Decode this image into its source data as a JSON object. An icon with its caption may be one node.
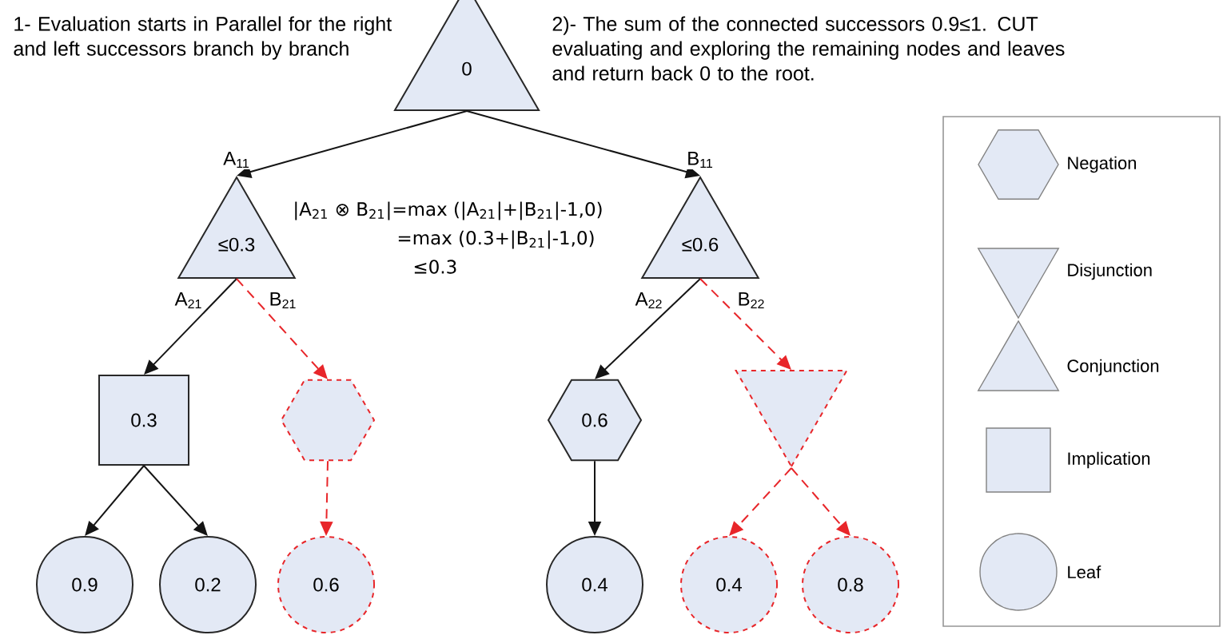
{
  "diagram": {
    "nodes": [
      {
        "text": [
          "0"
        ]
      },
      {
        "text": [
          "≤0.3"
        ]
      },
      {
        "text": [
          "≤0.6"
        ]
      },
      {
        "text": [
          "0.3"
        ]
      },
      {
        "text": [],
        "shape": "hexagon"
      },
      {
        "text": [
          "0.6"
        ]
      },
      {
        "text": [],
        "shape": "triangle"
      },
      {
        "text": [
          "0.9"
        ]
      },
      {
        "text": [
          "0.2"
        ]
      },
      {
        "text": [
          "0.6"
        ]
      },
      {
        "text": [
          "0.4"
        ]
      },
      {
        "text": [
          "0.4"
        ]
      },
      {
        "text": [
          "0.8"
        ]
      }
    ],
    "edges": [
      {
        "from": 0,
        "to": 1,
        "arrow": "to",
        "label": "A$_{11}$"
      },
      {
        "from": 0,
        "to": 2,
        "arrow": "to",
        "label": "B$_{11}$"
      },
      {
        "from": 1,
        "to": 3,
        "arrow": "to",
        "label": "A$_{21}$"
      },
      {
        "from": 1,
        "to": 4,
        "arrow": "to",
        "label": "B$_{21}$",
        "style": "dashed",
        "color": "#e8262a"
      },
      {
        "from": 2,
        "to": 5,
        "arrow": "to",
        "label": "A$_{22}$"
      },
      {
        "from": 2,
        "to": 6,
        "arrow": "to",
        "label": "B$_{22}$",
        "style": "dashed",
        "color": "#e8262a"
      },
      {
        "from": 3,
        "to": 7,
        "arrow": "to"
      },
      {
        "from": 3,
        "to": 8,
        "arrow": "to"
      },
      {
        "from": 4,
        "to": 9,
        "arrow": "to",
        "style": "dashed",
        "color": "#e8262a"
      },
      {
        "from": 5,
        "to": 10,
        "arrow": "to"
      },
      {
        "from": 6,
        "to": 11,
        "arrow": "to",
        "style": "dashed",
        "color": "#e8262a"
      },
      {
        "from": 6,
        "to": 12,
        "arrow": "to",
        "style": "dashed",
        "color": "#e8262a"
      }
    ],
    "labels": [
      "1- Evaluation starts in Parallel for the right and left successors branch by branch",
      "2)- The sum of the connected successors 0.9≤1. CUT evaluating and exploring the remaining nodes and leaves and return back 0 to the root.",
      "|A$_{21}$ ⊗ B$_{21}$|=max (|A$_{21}$|+|B$_{21}$|-1,0)",
      "=max (0.3+|B$_{21}$|-1,0)",
      "≤0.3"
    ],
    "legend": [
      {
        "text": "Negation"
      },
      {
        "text": "Disjunction"
      },
      {
        "text": "Conjunction"
      },
      {
        "text": "Implication"
      },
      {
        "text": "Leaf"
      }
    ]
  }
}
